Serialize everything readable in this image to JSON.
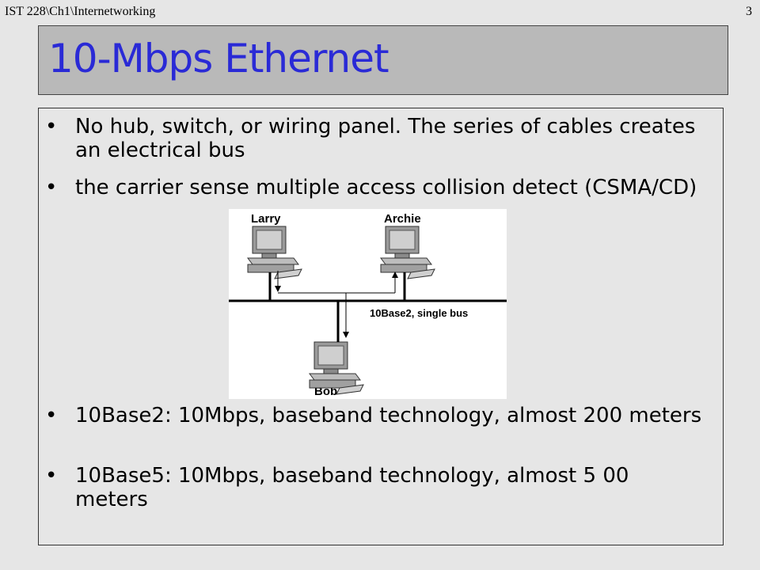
{
  "header": {
    "course": "IST 228\\Ch1\\Internetworking",
    "page_number": "3"
  },
  "slide": {
    "title": "10-Mbps Ethernet",
    "bullets": [
      "No hub, switch, or wiring panel. The series of cables creates an electrical bus",
      "the carrier sense multiple access collision detect (CSMA/CD)",
      "10Base2: 10Mbps, baseband technology, almost 200 meters",
      "10Base5: 10Mbps, baseband technology, almost 5 00 meters"
    ],
    "bullet_glyph": "•"
  },
  "diagram": {
    "labels": {
      "larry": "Larry",
      "archie": "Archie",
      "bob": "Bob",
      "bus": "10Base2, single bus"
    },
    "icons": [
      "computer-icon",
      "computer-icon",
      "computer-icon"
    ]
  },
  "colors": {
    "background": "#e6e6e6",
    "title_bar": "#b9b9b9",
    "title_text": "#2a2ad6"
  }
}
